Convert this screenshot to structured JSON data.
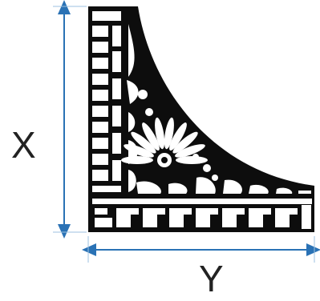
{
  "dimensions": {
    "height_label": "X",
    "width_label": "Y"
  },
  "colors": {
    "pattern": "#0d0d0d",
    "background": "#ffffff",
    "arrow": "#2a72b5",
    "text": "#222222"
  },
  "pattern_motifs": [
    "greek-key-border",
    "fan-rosette",
    "scrollwork"
  ]
}
